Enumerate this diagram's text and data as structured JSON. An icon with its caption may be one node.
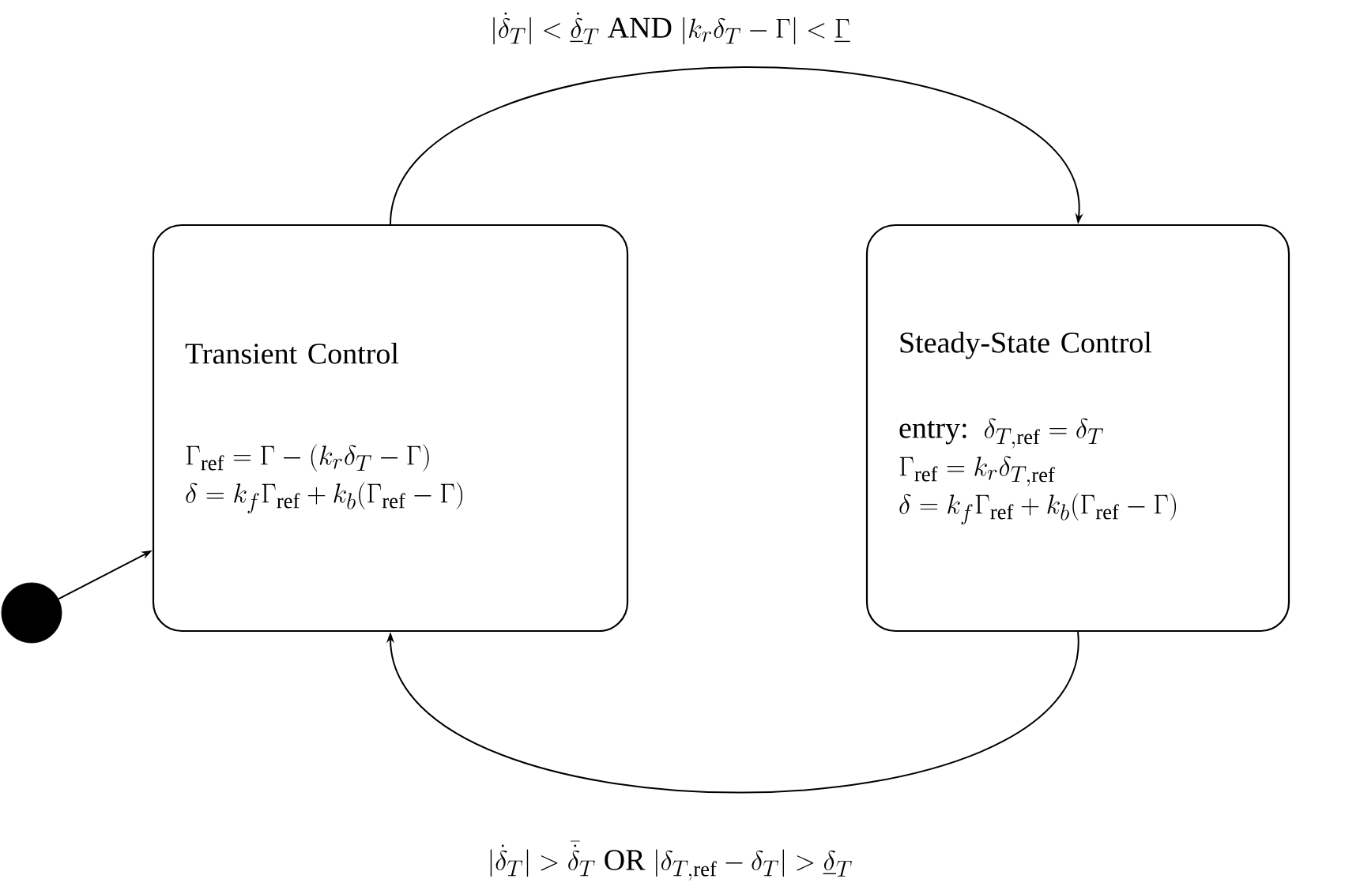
{
  "diagram": {
    "nodes": [
      {
        "text": [],
        "shape": "circle"
      },
      {
        "text": [
          "Transient Control",
          "\\Gamma_{\\mathrm{ref}} = \\Gamma - (k_r\\delta_T - \\Gamma)",
          "\\delta = k_f\\Gamma_{\\mathrm{ref}} + k_b(\\Gamma_{\\mathrm{ref}} - \\Gamma)"
        ]
      },
      {
        "text": [
          "Steady-State Control",
          "\\text{entry: }\\delta_{T,\\mathrm{ref}} = \\delta_T",
          "\\Gamma_{\\mathrm{ref}} = k_r\\delta_{T,\\mathrm{ref}}",
          "\\delta = k_f\\Gamma_{\\mathrm{ref}} + k_b(\\Gamma_{\\mathrm{ref}} - \\Gamma)"
        ]
      }
    ],
    "edges": [
      {
        "from": 0,
        "to": 1,
        "arrow": "to"
      },
      {
        "from": 1,
        "to": 2,
        "arrow": "to",
        "label": "|\\dot\\delta_T| < \\underline{\\dot\\delta}_T \\text{ AND } |k_r\\delta_T - \\Gamma| < \\underline{\\Gamma}"
      },
      {
        "from": 2,
        "to": 1,
        "arrow": "to",
        "label": "|\\dot\\delta_T| > \\bar{\\dot\\delta}_T \\text{ OR } |\\delta_{T,\\mathrm{ref}} - \\delta_T| > \\underline{\\delta}_T"
      }
    ]
  }
}
